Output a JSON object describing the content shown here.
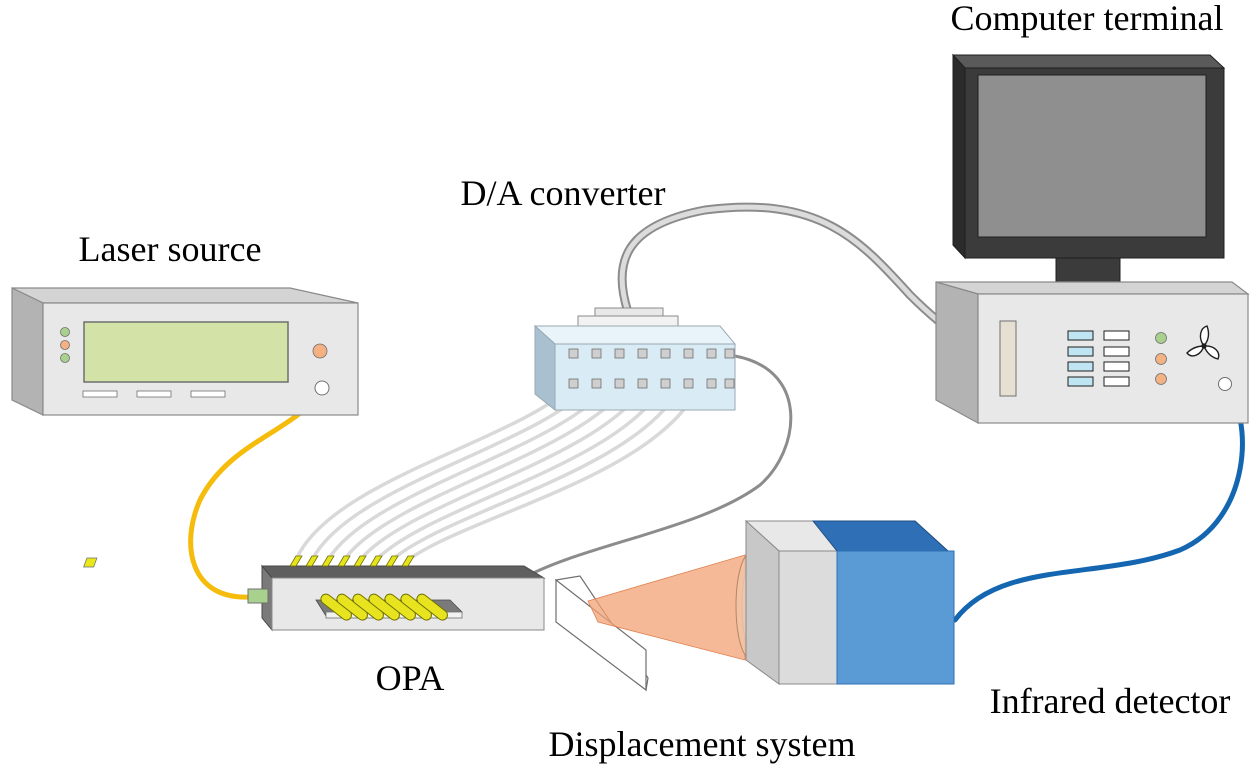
{
  "labels": {
    "computer_terminal": "Computer terminal",
    "da_converter": "D/A converter",
    "laser_source": "Laser source",
    "opa": "OPA",
    "infrared_detector": "Infrared detector",
    "displacement_system": "Displacement system"
  },
  "colors": {
    "fiber_cable": "#f5bc0c",
    "detector_cable": "#1466b0",
    "signal_cable": "#8c8c8c",
    "ribbon_cable": "#d9d9d9",
    "laser_beam": "#f3a276",
    "detector_body": "#5b9bd5",
    "device_panel": "#e8e8e8",
    "lcd_screen": "#d3e2a6",
    "monitor_frame": "#3b3b3b",
    "monitor_screen": "#8f8f8f",
    "converter_body": "#d9ecf5"
  },
  "icons": [
    "fan-icon"
  ]
}
